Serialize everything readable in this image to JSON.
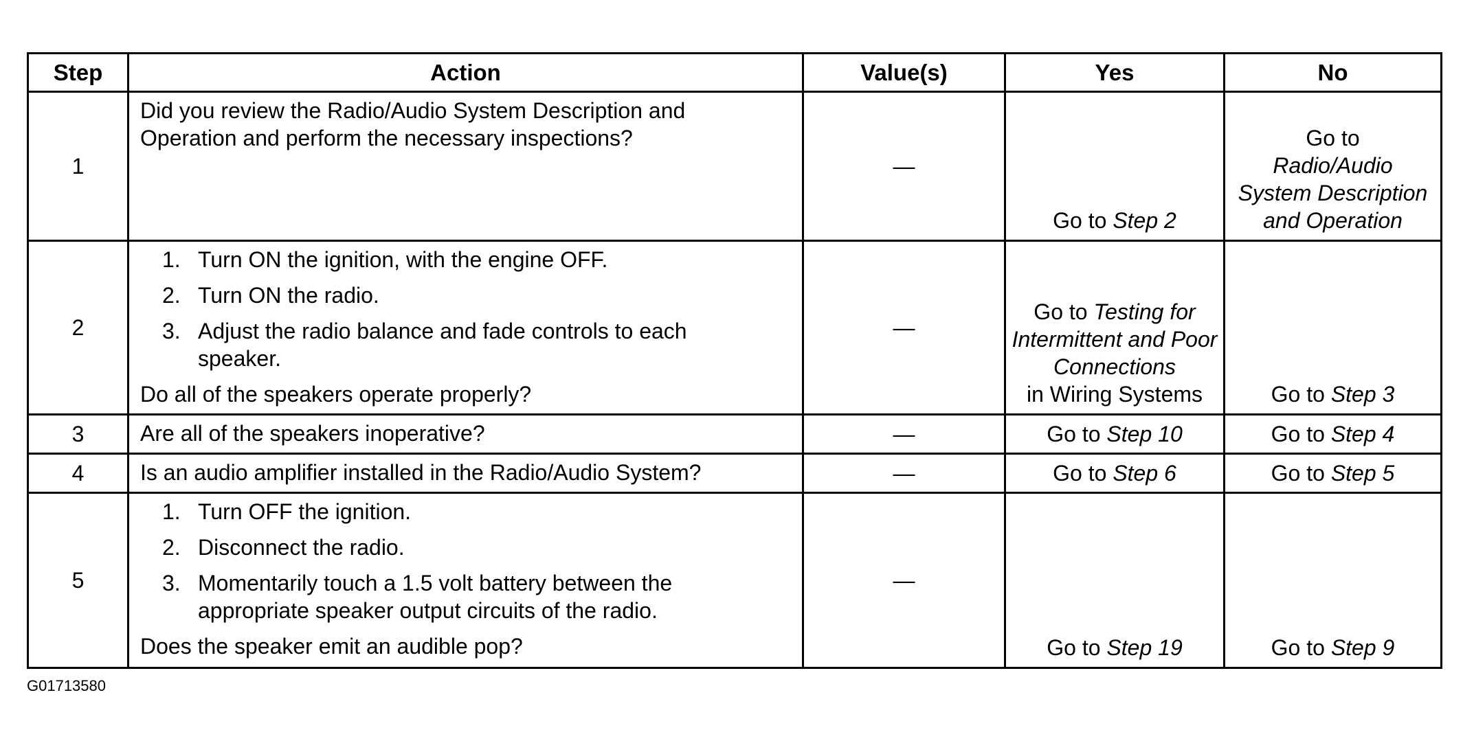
{
  "table": {
    "headers": {
      "step": "Step",
      "action": "Action",
      "values": "Value(s)",
      "yes": "Yes",
      "no": "No"
    },
    "rows": [
      {
        "step": "1",
        "action_text": "Did you review the Radio/Audio System Description and Operation and perform the necessary inspections?",
        "value": "—",
        "yes_prefix": "Go to ",
        "yes_link": "Step 2",
        "no_prefix": "Go to",
        "no_link": "Radio/Audio System Description and Operation"
      },
      {
        "step": "2",
        "substeps": [
          {
            "num": "1.",
            "text": "Turn ON the ignition, with the engine OFF."
          },
          {
            "num": "2.",
            "text": "Turn ON the radio."
          },
          {
            "num": "3.",
            "text": "Adjust the radio balance and fade controls to each speaker."
          }
        ],
        "question": "Do all of the speakers operate properly?",
        "value": "—",
        "yes_prefix": "Go to ",
        "yes_link": "Testing for Intermittent and Poor Connections",
        "yes_suffix": "in Wiring Systems",
        "no_prefix": "Go to ",
        "no_link": "Step 3"
      },
      {
        "step": "3",
        "action_text": "Are all of the speakers inoperative?",
        "value": "—",
        "yes_prefix": "Go to ",
        "yes_link": "Step 10",
        "no_prefix": "Go to ",
        "no_link": "Step 4"
      },
      {
        "step": "4",
        "action_text": "Is an audio amplifier installed in the Radio/Audio System?",
        "value": "—",
        "yes_prefix": "Go to ",
        "yes_link": "Step 6",
        "no_prefix": "Go to ",
        "no_link": "Step 5"
      },
      {
        "step": "5",
        "substeps": [
          {
            "num": "1.",
            "text": "Turn OFF the ignition."
          },
          {
            "num": "2.",
            "text": "Disconnect the radio."
          },
          {
            "num": "3.",
            "text": "Momentarily touch a 1.5 volt battery between the appropriate speaker output circuits of the radio."
          }
        ],
        "question": "Does the speaker emit an audible pop?",
        "value": "—",
        "yes_prefix": "Go to ",
        "yes_link": "Step 19",
        "no_prefix": "Go to ",
        "no_link": "Step 9"
      }
    ]
  },
  "figure_code": "G01713580"
}
